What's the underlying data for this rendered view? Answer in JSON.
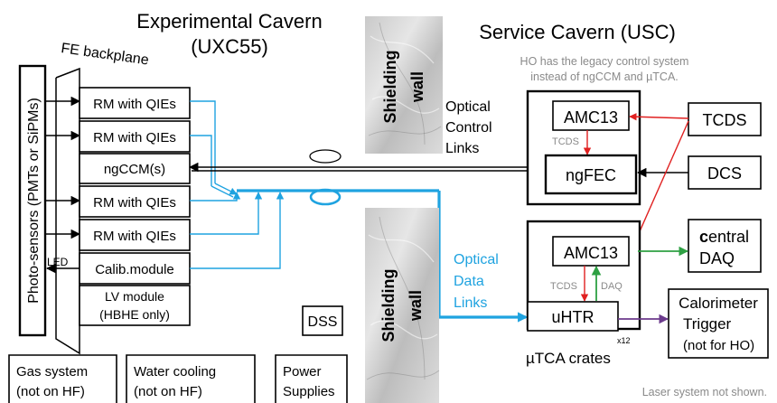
{
  "titles": {
    "experimental_line1": "Experimental Cavern",
    "experimental_line2": "(UXC55)",
    "service": "Service Cavern (USC)",
    "fe_backplane": "FE backplane",
    "photosensors": "Photo-sensors  (PMTs  or  SiPMs)"
  },
  "notes": {
    "ho_line1": "HO has the legacy control system",
    "ho_line2": "instead of ngCCM and µTCA.",
    "laser": "Laser system not shown."
  },
  "frontend": {
    "rm1": "RM with QIEs",
    "rm2": "RM with QIEs",
    "ngccm": "ngCCM(s)",
    "rm3": "RM with QIEs",
    "rm4": "RM with QIEs",
    "calib": "Calib.module",
    "lv_line1": "LV module",
    "lv_line2": "(HBHE only)",
    "led": "LED"
  },
  "walls": {
    "top_line1": "Shielding",
    "top_line2": "wall",
    "bottom_line1": "Shielding",
    "bottom_line2": "wall"
  },
  "links": {
    "control_line1": "Optical",
    "control_line2": "Control",
    "control_line3": "Links",
    "data_line1": "Optical",
    "data_line2": "Data",
    "data_line3": "Links"
  },
  "service": {
    "amc13_top": "AMC13",
    "tcds_small_top": "TCDS",
    "ngfec": "ngFEC",
    "tcds": "TCDS",
    "dcs": "DCS",
    "amc13_bottom": "AMC13",
    "tcds_small_bottom": "TCDS",
    "daq_small": "DAQ",
    "uhtr": "uHTR",
    "x12": "x12",
    "central_daq_c": "c",
    "central_daq_rest": "entral",
    "central_daq_line2": "DAQ",
    "calo_line1": "Calorimeter",
    "calo_line2": "Trigger",
    "calo_line3": "(not for HO)",
    "utca": "µTCA crates"
  },
  "bottom": {
    "dss": "DSS",
    "gas_line1": "Gas system",
    "gas_line2": "(not on HF)",
    "water_line1": "Water cooling",
    "water_line2": "(not on HF)",
    "power_line1": "Power",
    "power_line2": "Supplies"
  },
  "colors": {
    "optical_link": "#1fa3e0",
    "timing": "#e02020",
    "daq": "#2ea043",
    "trigger": "#6b3a8c",
    "note_gray": "#8a8a8a"
  }
}
